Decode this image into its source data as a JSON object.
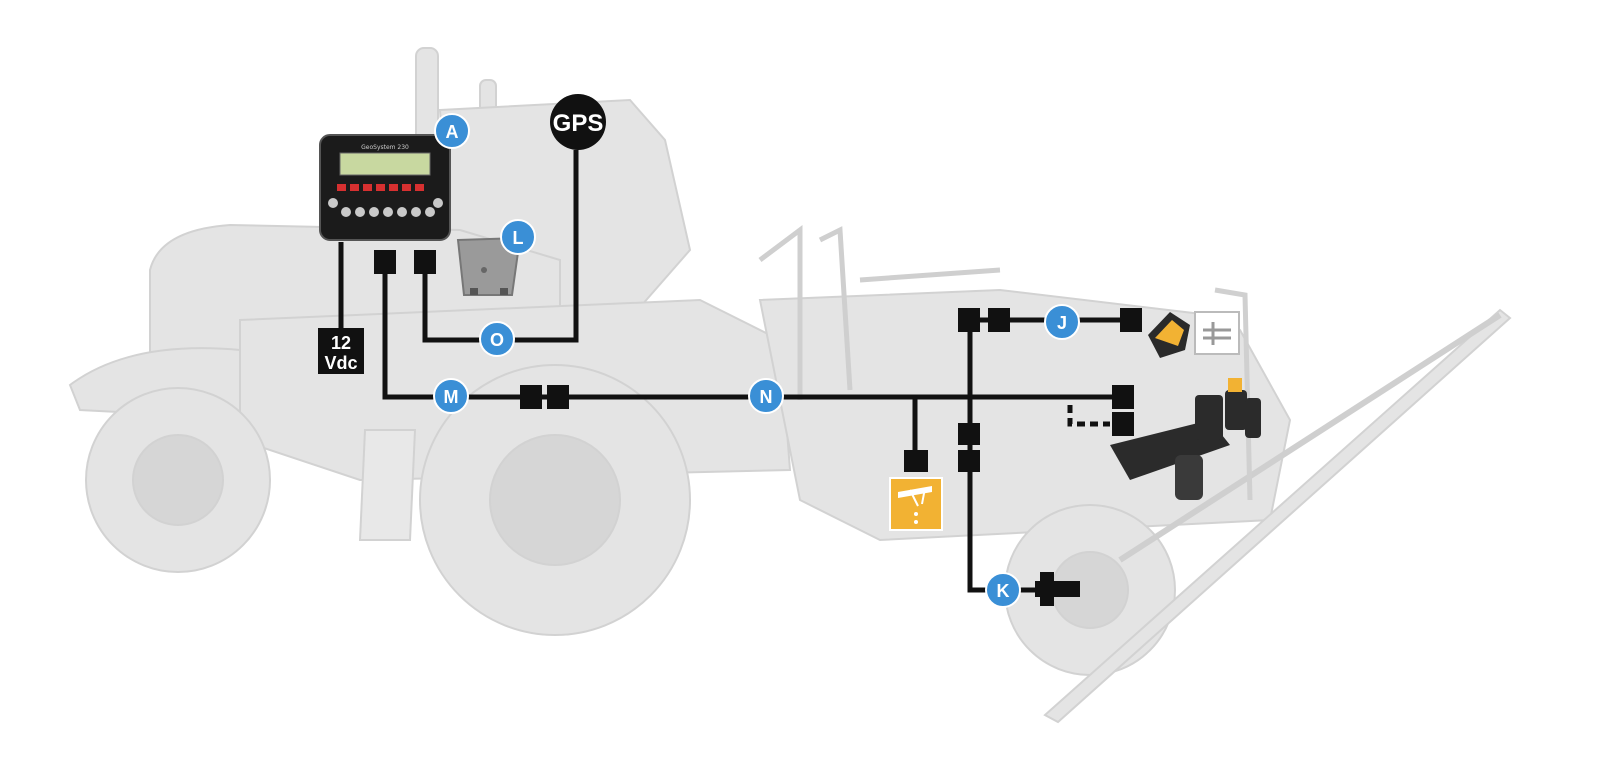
{
  "colors": {
    "machine": "#e3e3e3",
    "machine_dark": "#cfcfcf",
    "cable": "#111111",
    "badge": "#3a8fd6",
    "gps_fill": "#111111",
    "sprayer_icon": "#f2b233"
  },
  "labels": {
    "A": "A",
    "L": "L",
    "O": "O",
    "M": "M",
    "N": "N",
    "J": "J",
    "K": "K"
  },
  "gps": "GPS",
  "power": {
    "line1": "12",
    "line2": "Vdc"
  },
  "console": {
    "title": "GeoSystem 230"
  },
  "icons": [
    "tractor-silhouette",
    "sprayer-boom-silhouette",
    "console-unit",
    "gps-antenna",
    "power-supply",
    "display-bracket",
    "sprayer-section-icon",
    "valve-actuator",
    "pressure-sensor",
    "speed-sensor",
    "control-valve-assembly"
  ]
}
